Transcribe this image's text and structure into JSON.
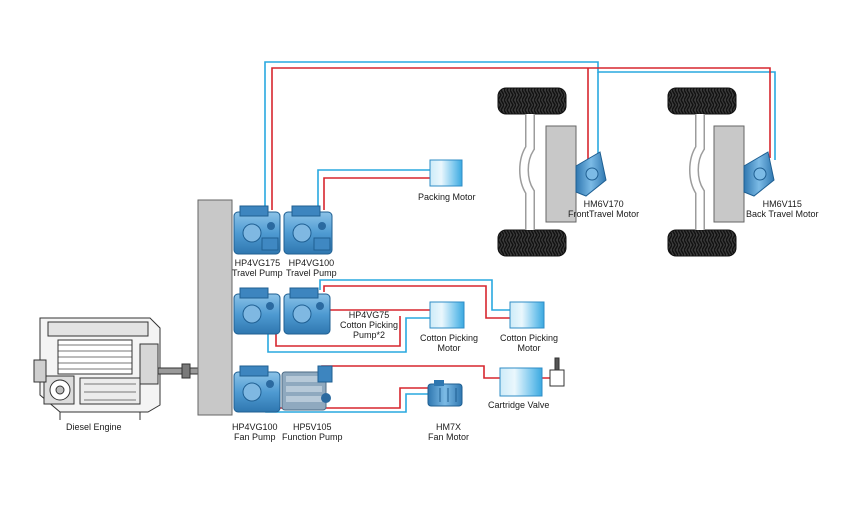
{
  "labels": {
    "diesel_engine": "Diesel Engine",
    "travel_pump_1": [
      "HP4VG175",
      "Travel Pump"
    ],
    "travel_pump_2": [
      "HP4VG100",
      "Travel Pump"
    ],
    "packing_motor": "Packing Motor",
    "front_travel_motor": [
      "HM6V170",
      "FrontTravel Motor"
    ],
    "back_travel_motor": [
      "HM6V115",
      "Back Travel Motor"
    ],
    "cotton_picking_pump": [
      "HP4VG75",
      "Cotton Picking",
      "Pump*2"
    ],
    "cotton_picking_motor_1": [
      "Cotton Picking",
      "Motor"
    ],
    "cotton_picking_motor_2": [
      "Cotton Picking",
      "Motor"
    ],
    "fan_pump": [
      "HP4VG100",
      "Fan Pump"
    ],
    "function_pump": [
      "HP5V105",
      "Function Pump"
    ],
    "fan_motor": [
      "HM7X",
      "Fan Motor"
    ],
    "cartridge_valve": "Cartridge Valve"
  },
  "colors": {
    "red_line": "#d7262e",
    "blue_line": "#29a8df",
    "pump_blue": "#5ba4d6",
    "tank_light": "#d9f0fb",
    "tank_mid": "#4ab3e6",
    "housing_grey": "#c8c8c8"
  }
}
